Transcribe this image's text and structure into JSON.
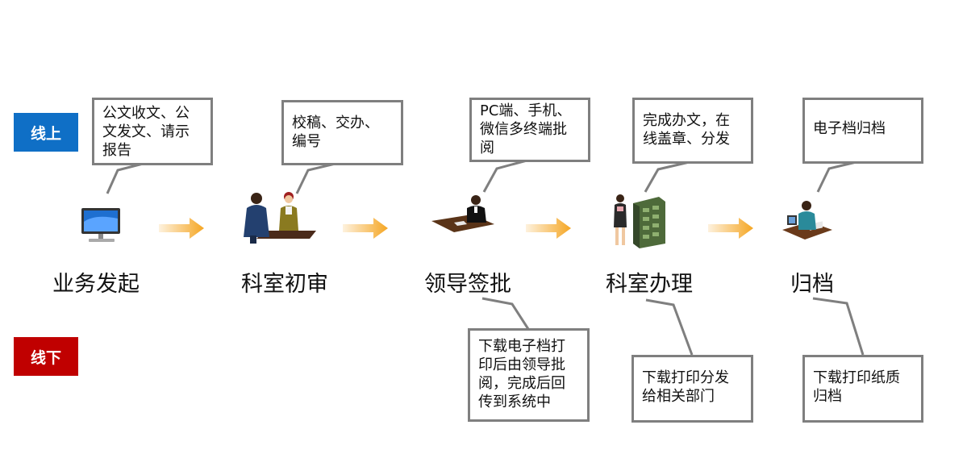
{
  "lanes": {
    "online": "线上",
    "offline": "线下"
  },
  "steps": [
    {
      "label": "业务发起",
      "icon": "computer-monitor-icon",
      "online_note": "公文收文、公\n文发文、请示\n报告"
    },
    {
      "label": "科室初审",
      "icon": "two-officials-desk-icon",
      "online_note": "校稿、交办、\n编号"
    },
    {
      "label": "领导签批",
      "icon": "leader-signing-desk-icon",
      "online_note": "PC端、手机、\n微信多终端批\n阅",
      "offline_note": "下载电子档打\n印后由领导批\n阅，完成后回\n传到系统中"
    },
    {
      "label": "科室办理",
      "icon": "clerk-filing-cabinet-icon",
      "online_note": "完成办文，在\n线盖章、分发",
      "offline_note": "下载打印分发\n给相关部门"
    },
    {
      "label": "归档",
      "icon": "archivist-at-computer-icon",
      "online_note": "电子档归档",
      "offline_note": "下载打印纸质\n归档"
    }
  ],
  "colors": {
    "online": "#0f6fc6",
    "offline": "#c00000",
    "arrow": "#f5a623",
    "border": "#7f7f7f"
  }
}
